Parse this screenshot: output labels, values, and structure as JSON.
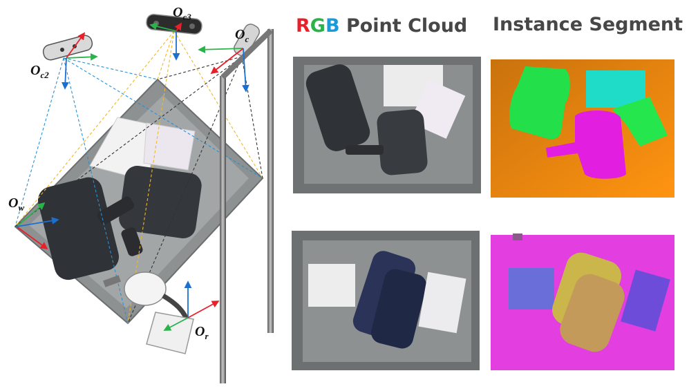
{
  "titles": {
    "rgb_letters": [
      "R",
      "G",
      "B"
    ],
    "point_cloud": "Point Cloud",
    "instance_segment": "Instance Segment"
  },
  "frames": {
    "c3": {
      "main": "O",
      "sub": "c3"
    },
    "c2": {
      "main": "O",
      "sub": "c2"
    },
    "c": {
      "main": "O",
      "sub": "c"
    },
    "w": {
      "main": "O",
      "sub": "w"
    },
    "r": {
      "main": "O",
      "sub": "r"
    }
  },
  "colors": {
    "axis_x": "#e8202a",
    "axis_y": "#2bb24a",
    "axis_z": "#1a6fd1",
    "ray_c2": "#2a8fd0",
    "ray_c3": "#f2b824",
    "ray_c": "#333333",
    "seg_top_bg": "#f08a12",
    "seg_bottom_bg": "#e23ee0"
  }
}
